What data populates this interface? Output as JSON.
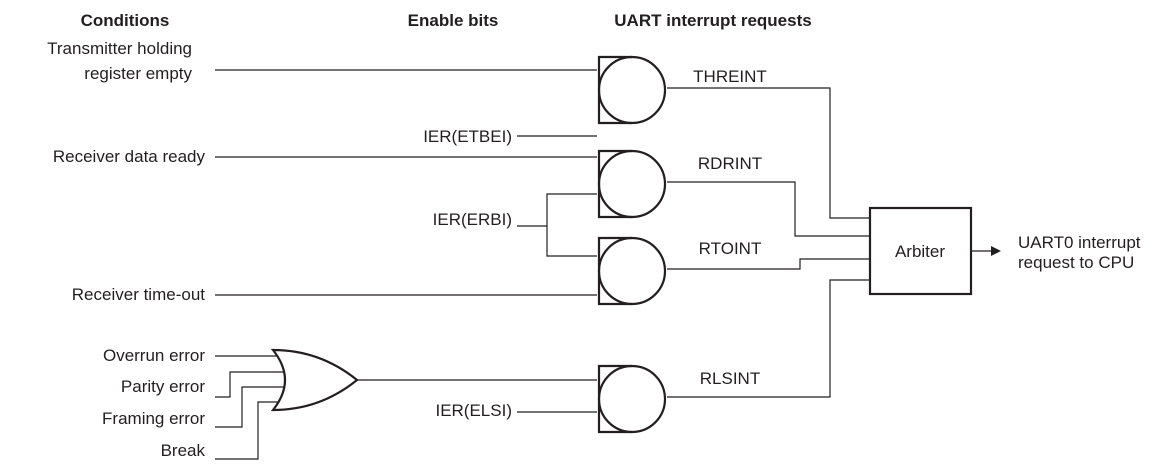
{
  "headers": {
    "conditions": "Conditions",
    "enable_bits": "Enable bits",
    "requests": "UART interrupt requests"
  },
  "conditions": {
    "thr_line1": "Transmitter holding",
    "thr_line2": "register empty",
    "rx_ready": "Receiver data ready",
    "rx_timeout": "Receiver time-out",
    "overrun": "Overrun error",
    "parity": "Parity error",
    "framing": "Framing error",
    "break": "Break"
  },
  "enable_bits": {
    "etbei": "IER(ETBEI)",
    "erbi": "IER(ERBI)",
    "elsi": "IER(ELSI)"
  },
  "requests": {
    "threint": "THREINT",
    "rdrint": "RDRINT",
    "rtoint": "RTOINT",
    "rlsint": "RLSINT"
  },
  "arbiter": "Arbiter",
  "output": {
    "line1": "UART0 interrupt",
    "line2": "request to CPU"
  }
}
